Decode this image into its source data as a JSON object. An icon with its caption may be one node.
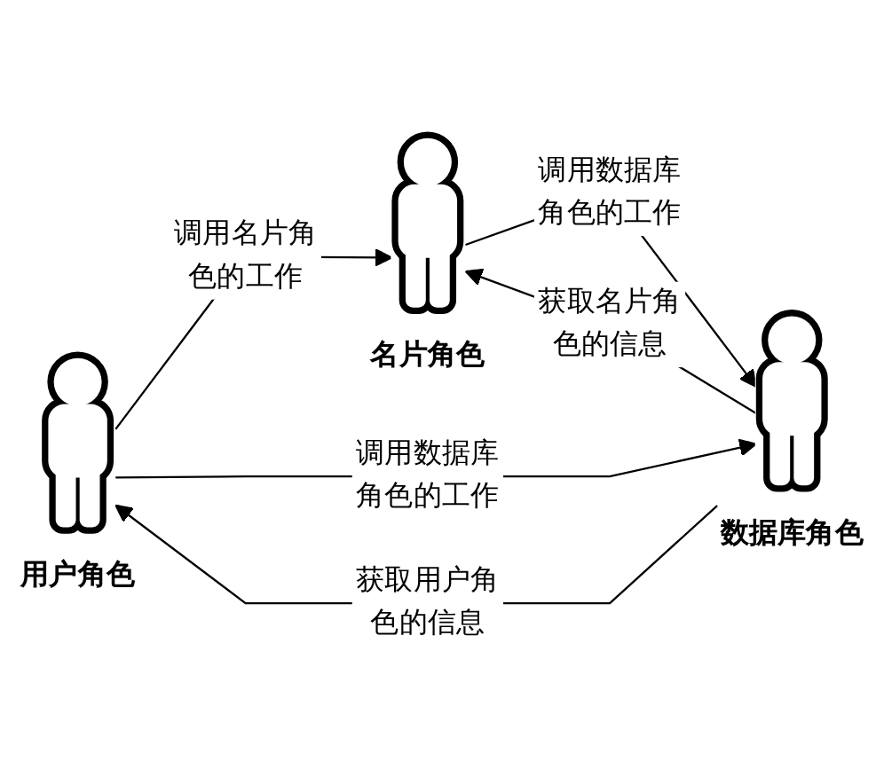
{
  "diagram": {
    "nodes": [
      {
        "text": [
          "名片角色"
        ]
      },
      {
        "text": [
          "用户角色"
        ]
      },
      {
        "text": [
          "数据库角色"
        ]
      }
    ],
    "edges": [
      {
        "from": 1,
        "to": 0,
        "arrow": "to",
        "label": "调用名片角色的工作"
      },
      {
        "from": 0,
        "to": 2,
        "arrow": "to",
        "label": "调用数据库角色的工作"
      },
      {
        "from": 2,
        "to": 0,
        "arrow": "to",
        "label": "获取名片角色的信息"
      },
      {
        "from": 1,
        "to": 2,
        "arrow": "to",
        "label": "调用数据库角色的工作"
      },
      {
        "from": 2,
        "to": 1,
        "arrow": "to",
        "label": "获取用户角色的信息"
      }
    ]
  }
}
